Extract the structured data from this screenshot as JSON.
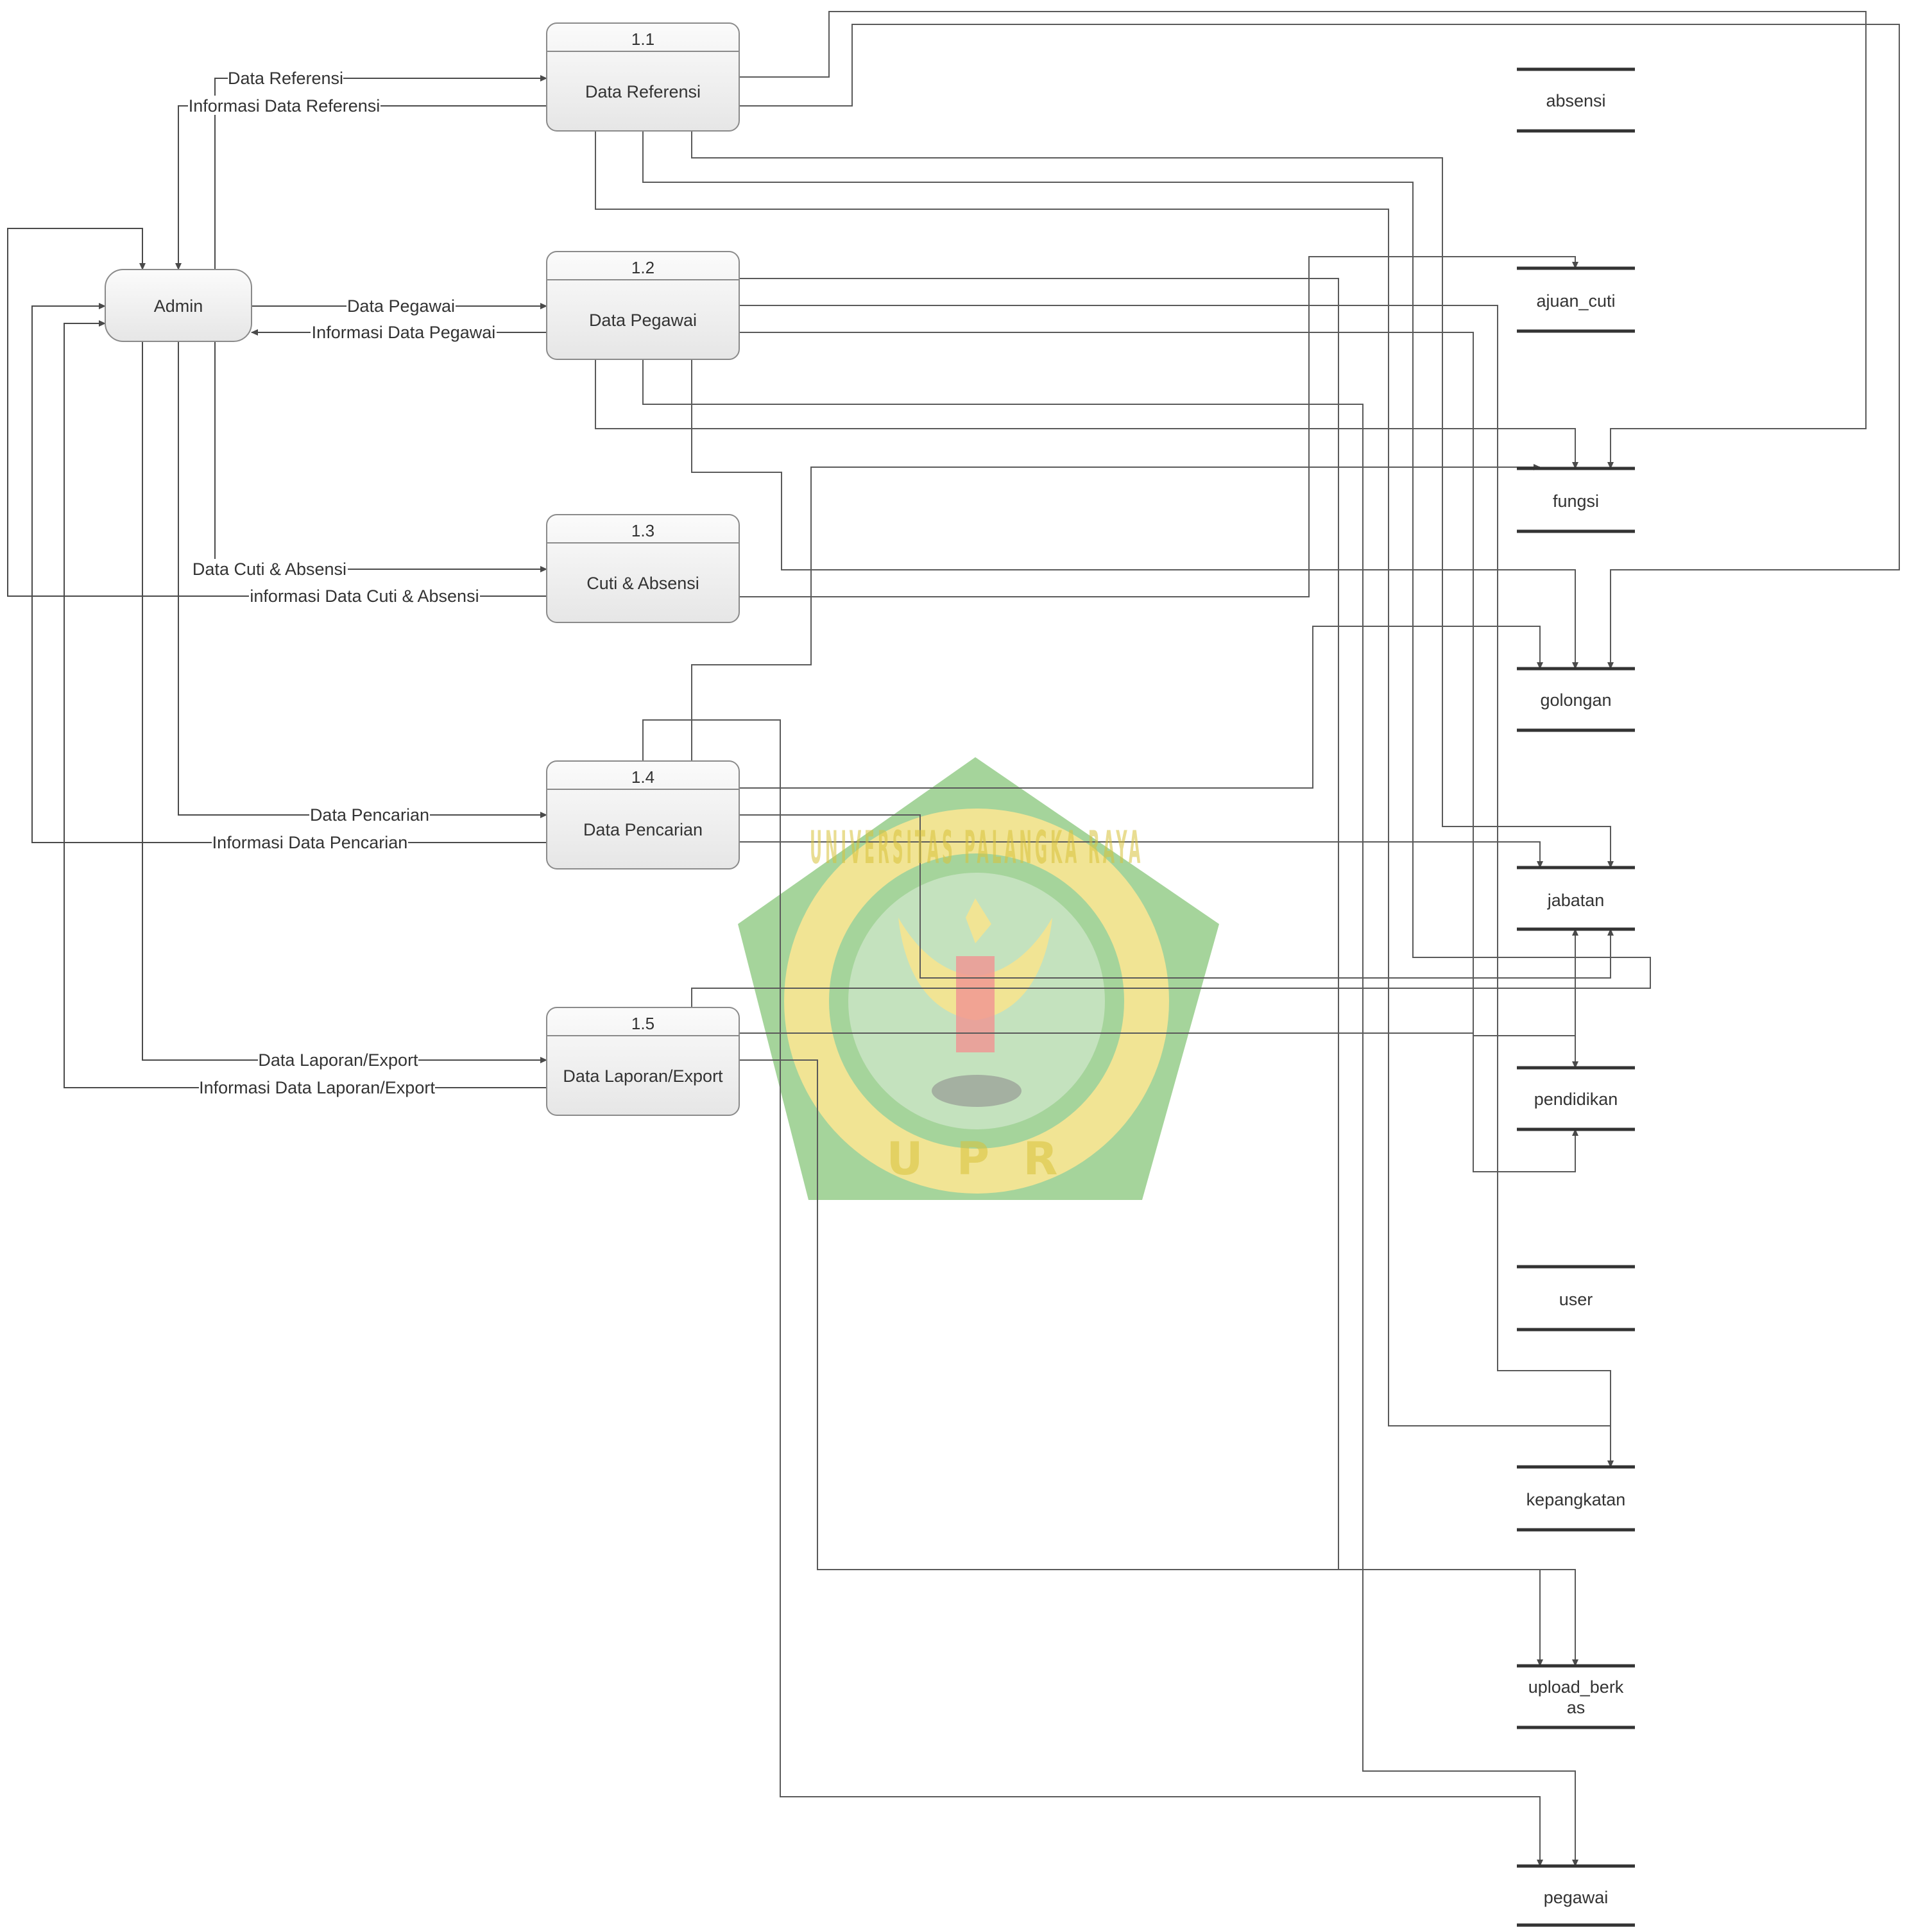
{
  "external_entity": {
    "label": "Admin"
  },
  "processes": [
    {
      "id": "1.1",
      "label": "Data Referensi"
    },
    {
      "id": "1.2",
      "label": "Data Pegawai"
    },
    {
      "id": "1.3",
      "label": "Cuti & Absensi"
    },
    {
      "id": "1.4",
      "label": "Data Pencarian"
    },
    {
      "id": "1.5",
      "label": "Data Laporan/Export"
    }
  ],
  "flows": [
    {
      "label": "Data Referensi"
    },
    {
      "label": "Informasi Data Referensi"
    },
    {
      "label": "Data Pegawai"
    },
    {
      "label": "Informasi Data Pegawai"
    },
    {
      "label": "Data Cuti & Absensi"
    },
    {
      "label": "informasi Data Cuti & Absensi"
    },
    {
      "label": "Data Pencarian"
    },
    {
      "label": "Informasi Data Pencarian"
    },
    {
      "label": "Data Laporan/Export"
    },
    {
      "label": "Informasi Data Laporan/Export"
    }
  ],
  "data_stores": [
    {
      "label": "absensi"
    },
    {
      "label": "ajuan_cuti"
    },
    {
      "label": "fungsi"
    },
    {
      "label": "golongan"
    },
    {
      "label": "jabatan"
    },
    {
      "label": "pendidikan"
    },
    {
      "label": "user"
    },
    {
      "label": "kepangkatan"
    },
    {
      "label": "upload_berk",
      "label_line2": "as"
    },
    {
      "label": "pegawai"
    }
  ],
  "watermark": {
    "text": "UNIVERSITAS PALANGKA RAYA",
    "abbr": "U P R"
  },
  "colors": {
    "box_stroke": "#8a8a8a",
    "line": "#4a4a4a",
    "watermark_green": "#5cb14a",
    "watermark_yellow": "#e6cf3d"
  }
}
